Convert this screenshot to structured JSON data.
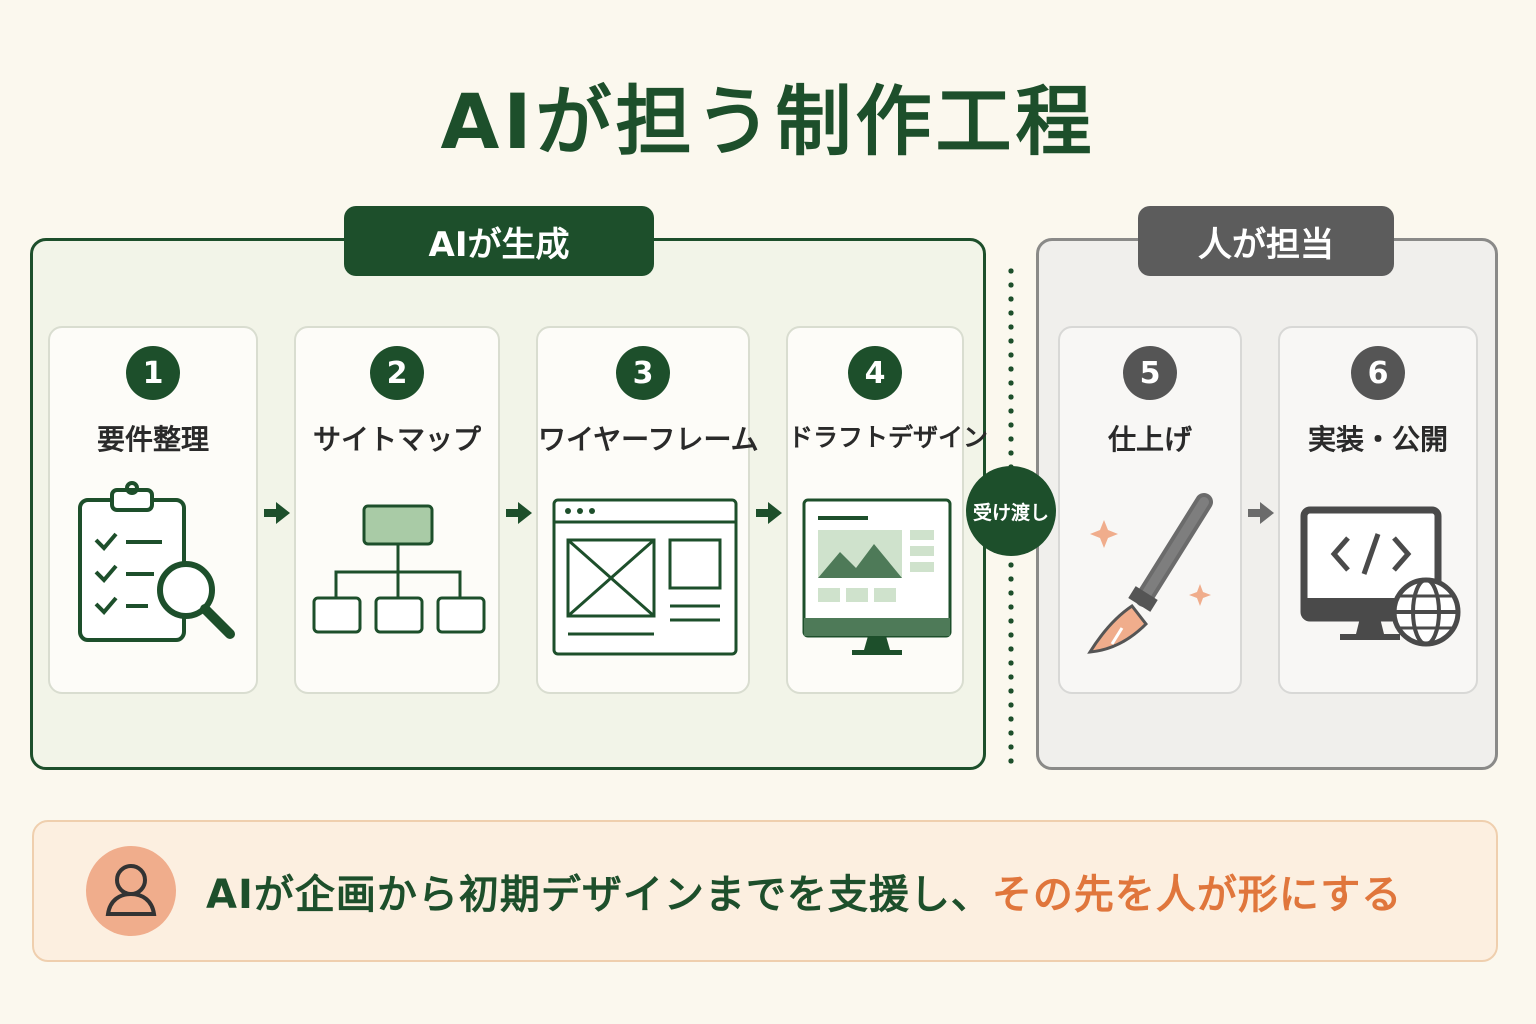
{
  "title": "AIが担う制作工程",
  "groups": {
    "ai": {
      "label": "AIが生成"
    },
    "human": {
      "label": "人が担当"
    }
  },
  "steps": [
    {
      "num": "1",
      "label": "要件整理",
      "icon": "clipboard-search-icon",
      "owner": "ai"
    },
    {
      "num": "2",
      "label": "サイトマップ",
      "icon": "sitemap-icon",
      "owner": "ai"
    },
    {
      "num": "3",
      "label": "ワイヤーフレーム",
      "icon": "wireframe-icon",
      "owner": "ai"
    },
    {
      "num": "4",
      "label": "ドラフトデザイン",
      "icon": "monitor-design-icon",
      "owner": "ai"
    },
    {
      "num": "5",
      "label": "仕上げ",
      "icon": "paintbrush-icon",
      "owner": "human"
    },
    {
      "num": "6",
      "label": "実装・公開",
      "icon": "code-globe-icon",
      "owner": "human"
    }
  ],
  "handoff": "受け渡し",
  "summary": {
    "part1": "AIが企画から初期デザインまでを支援し、",
    "part2": "その先を人が形にする"
  },
  "colors": {
    "ai_green": "#1d4f2b",
    "human_gray": "#5c5c5c",
    "accent_orange": "#e0763c",
    "background": "#fbf8ee"
  }
}
